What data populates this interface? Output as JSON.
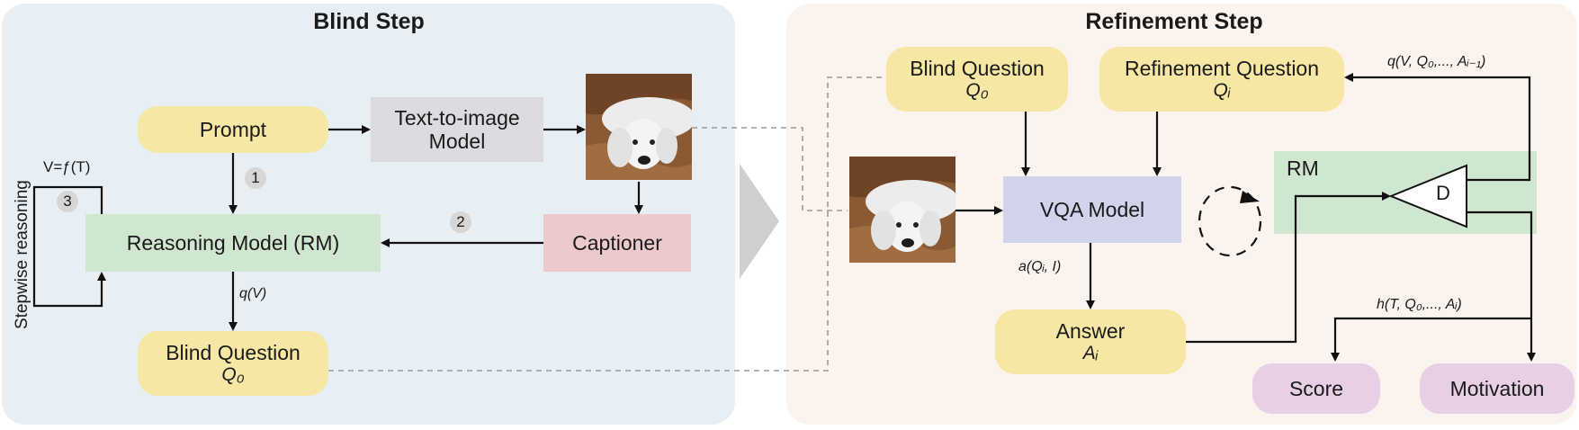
{
  "blind_step": {
    "title": "Blind Step",
    "prompt": "Prompt",
    "t2i_model": "Text-to-image Model",
    "captioner": "Captioner",
    "reasoning_model": "Reasoning Model (RM)",
    "blind_question": "Blind Question",
    "blind_question_symbol": "Q₀",
    "step1": "1",
    "step2": "2",
    "step3": "3",
    "stepwise_label": "Stepwise reasoning",
    "v_eq_ft": "V=ƒ(T)",
    "qv_label": "q(V)"
  },
  "refinement_step": {
    "title": "Refinement Step",
    "blind_question": "Blind Question",
    "blind_question_symbol": "Q₀",
    "refinement_question": "Refinement Question",
    "refinement_symbol": "Qᵢ",
    "vqa_model": "VQA Model",
    "rm_label": "RM",
    "decider_label": "D",
    "answer": "Answer",
    "answer_symbol": "Aᵢ",
    "score": "Score",
    "motivation": "Motivation",
    "a_label": "a(Qᵢ, I)",
    "q_top_label": "q(V, Q₀,..., Aᵢ₋₁)",
    "h_label": "h(T, Q₀,..., Aᵢ)"
  }
}
